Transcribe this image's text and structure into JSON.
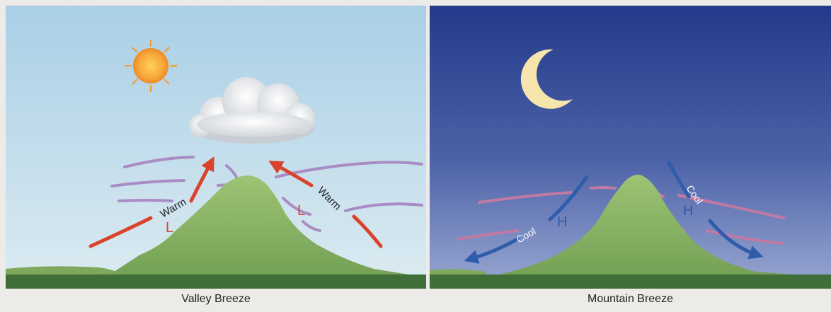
{
  "valley": {
    "caption": "Valley Breeze",
    "flow_labels": [
      "Warm",
      "Warm"
    ],
    "pressure_labels": [
      "L",
      "L"
    ],
    "colors": {
      "sky_top": "#a9cfe6",
      "sky_bottom": "#dcebf1",
      "mountain": "#8fb569",
      "ground": "#3f6e38",
      "warm_arrow": "#d9432c",
      "isobar": "#a98cc4"
    }
  },
  "mountain": {
    "caption": "Mountain Breeze",
    "flow_labels": [
      "Cool",
      "Cool"
    ],
    "pressure_labels": [
      "H",
      "H"
    ],
    "colors": {
      "sky_top": "#233a8a",
      "sky_bottom": "#93a3cf",
      "mountain": "#8fb569",
      "ground": "#3f6e38",
      "cool_arrow": "#2f5cab",
      "isobar": "#c07aa4"
    }
  }
}
